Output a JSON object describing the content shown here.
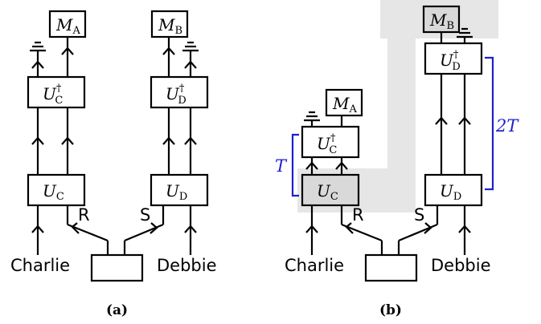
{
  "panel_a": {
    "boxes": {
      "m_a": {
        "base": "M",
        "sub": "A"
      },
      "m_b": {
        "base": "M",
        "sub": "B"
      },
      "uc_dag": {
        "base": "U",
        "sub": "C",
        "sup": "†"
      },
      "ud_dag": {
        "base": "U",
        "sub": "D",
        "sup": "†"
      },
      "uc": {
        "base": "U",
        "sub": "C"
      },
      "ud": {
        "base": "U",
        "sub": "D"
      }
    },
    "labels": {
      "r": "R",
      "s": "S",
      "charlie": "Charlie",
      "debbie": "Debbie"
    },
    "caption": "(a)"
  },
  "panel_b": {
    "boxes": {
      "m_a": {
        "base": "M",
        "sub": "A"
      },
      "m_b": {
        "base": "M",
        "sub": "B"
      },
      "uc_dag": {
        "base": "U",
        "sub": "C",
        "sup": "†"
      },
      "ud_dag": {
        "base": "U",
        "sub": "D",
        "sup": "†"
      },
      "uc": {
        "base": "U",
        "sub": "C"
      },
      "ud": {
        "base": "U",
        "sub": "D"
      }
    },
    "labels": {
      "r": "R",
      "s": "S",
      "charlie": "Charlie",
      "debbie": "Debbie"
    },
    "brace_labels": {
      "t": "T",
      "two_t": "2T"
    },
    "caption": "(b)"
  },
  "colors": {
    "brace": "#1f1fd0",
    "highlight": "#e6e6e6",
    "gray_box": "#d9d9d9"
  }
}
